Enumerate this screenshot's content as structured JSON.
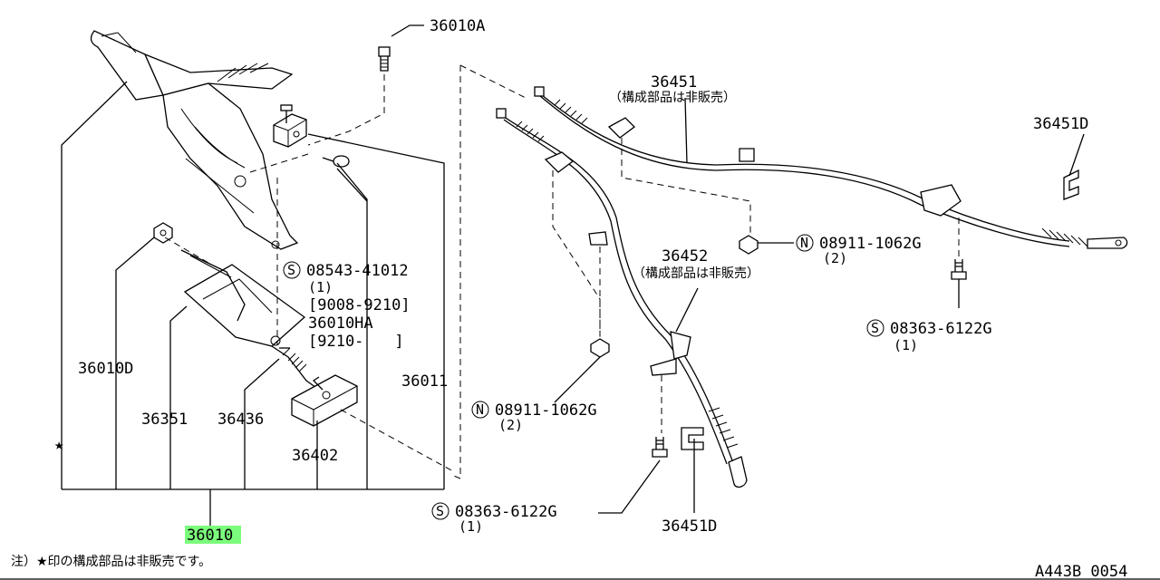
{
  "callouts": {
    "c36010A": "36010A",
    "c36451": "36451",
    "c36451_note": "（構成部品は非販売）",
    "c36451D_top": "36451D",
    "s08543": "08543-41012",
    "s08543_qty": "(1)",
    "range_9008": "[9008-9210]",
    "c36010HA": "36010HA",
    "range_9210": "[9210-　　]",
    "c36010D": "36010D",
    "c36011": "36011",
    "c36351": "36351",
    "c36436": "36436",
    "c36402": "36402",
    "c36010": "36010",
    "n08911_right": "08911-1062G",
    "n08911_right_qty": "(2)",
    "c36452": "36452",
    "c36452_note": "（構成部品は非販売）",
    "s08363_right": "08363-6122G",
    "s08363_right_qty": "(1)",
    "n08911_mid": "08911-1062G",
    "n08911_mid_qty": "(2)",
    "s08363_bottom": "08363-6122G",
    "s08363_bottom_qty": "(1)",
    "c36451D_bottom": "36451D"
  },
  "symbols": {
    "s": "S",
    "n": "N",
    "star": "★"
  },
  "footer": {
    "note": "注）★印の構成部品は非販売です。",
    "figure_code": "A443B 0054"
  },
  "highlight_color": "#7CFC7C"
}
